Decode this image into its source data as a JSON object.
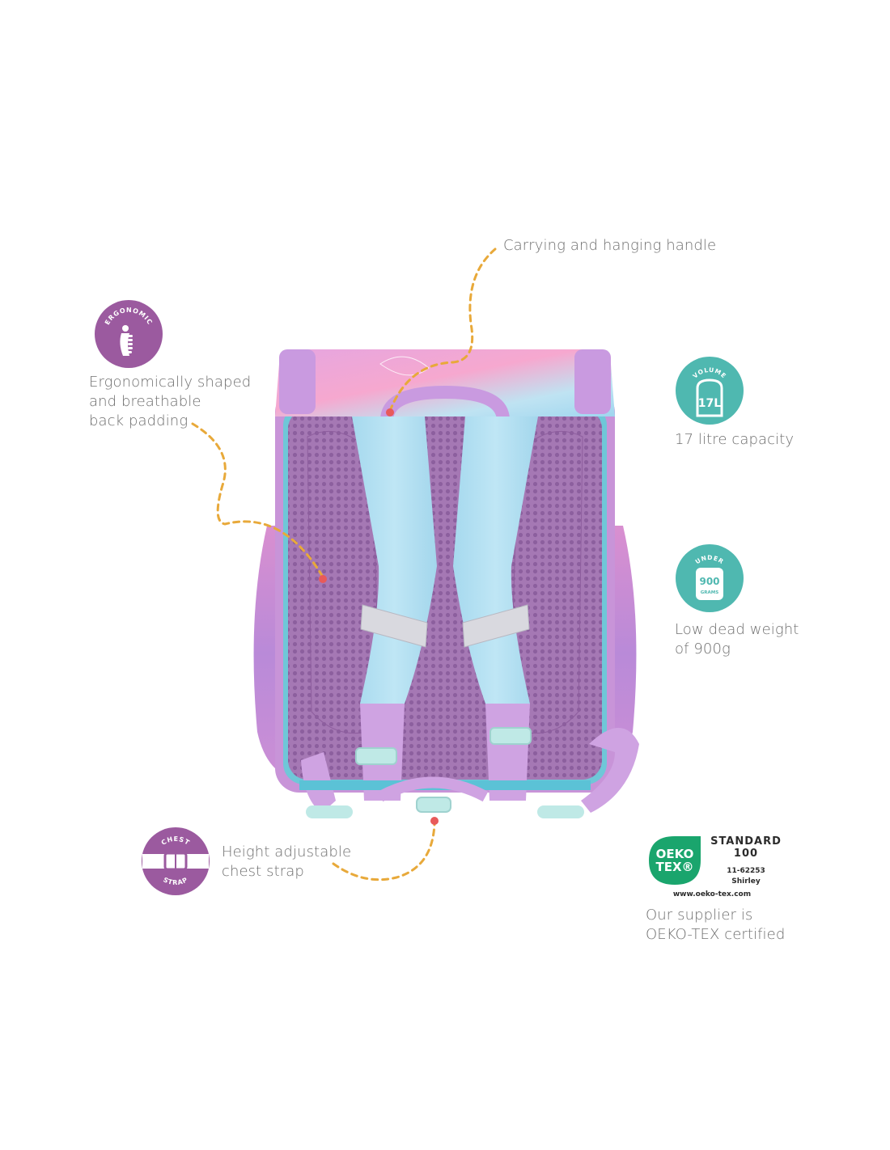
{
  "features": {
    "handle": "Carrying and hanging handle",
    "back": "Ergonomically shaped\nand breathable\nback padding",
    "volume": "17 litre capacity",
    "weight": "Low dead weight\nof 900g",
    "chest": "Height adjustable\nchest strap",
    "oeko": "Our supplier is\nOEKO-TEX certified"
  },
  "badges": {
    "ergonomic": "ERGONOMIC",
    "volume_arc": "VOLUME",
    "volume_value": "17L",
    "under_arc": "UNDER",
    "weight_value": "900",
    "weight_unit": "GRAMS",
    "chest_top": "CHEST",
    "chest_bottom": "STRAP"
  },
  "oeko_label": {
    "brand_line1": "OEKO",
    "brand_line2": "TEX®",
    "standard": "STANDARD",
    "standard_number": "100",
    "code": "11-62253",
    "holder": "Shirley",
    "url": "www.oeko-tex.com"
  },
  "colors": {
    "badge_purple": "#9b5a9f",
    "badge_teal": "#4fb8b0",
    "oeko_green": "#1aa56d",
    "dash": "#e8a93a",
    "dot": "#e85a5a",
    "text": "#6f6f6f"
  }
}
